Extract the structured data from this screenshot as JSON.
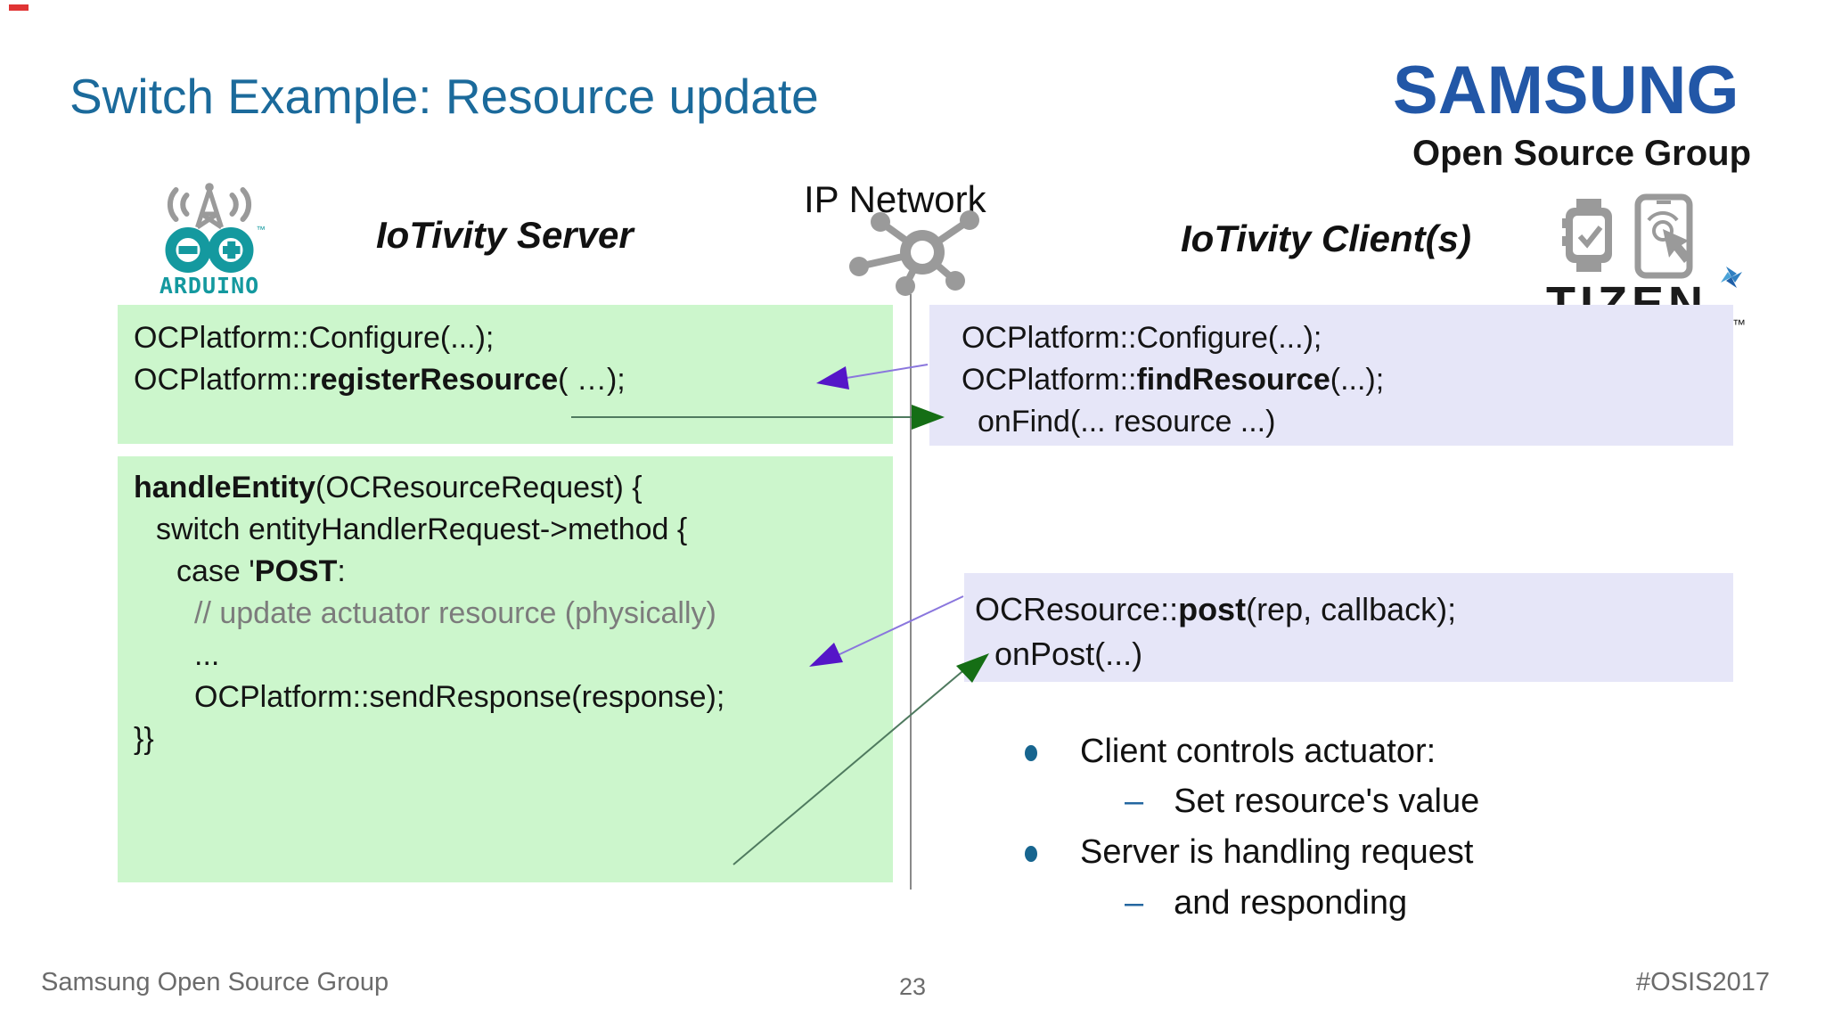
{
  "slide": {
    "title": "Switch Example: Resource update",
    "footer_left": "Samsung Open Source Group",
    "page_number": "23",
    "footer_right": "#OSIS2017"
  },
  "branding": {
    "samsung_wordmark": "SAMSUNG",
    "samsung_subtitle": "Open Source Group",
    "arduino_caption": "ARDUINO",
    "arduino_trademark": "™",
    "tizen_wordmark": "TIZEN",
    "tizen_trademark": "™"
  },
  "lanes": {
    "server_label": "IoTivity Server",
    "network_label": "IP Network",
    "client_label": "IoTivity Client(s)"
  },
  "server_register_box": {
    "line1": "OCPlatform::Configure(...);",
    "line2_pre": "OCPlatform::",
    "line2_bold": "registerResource",
    "line2_post": "( …);"
  },
  "server_handler_box": {
    "line1_bold": "handleEntity",
    "line1_post": "(OCResourceRequest) {",
    "line2": "switch entityHandlerRequest->method {",
    "line3_pre": "case '",
    "line3_bold": "POST",
    "line3_post": ":",
    "line4_comment": "// update actuator resource (physically)",
    "line5": "...",
    "line6": "OCPlatform::sendResponse(response);",
    "line7": "}}"
  },
  "client_find_box": {
    "line1": "OCPlatform::Configure(...);",
    "line2_pre": "OCPlatform::",
    "line2_bold": "findResource",
    "line2_post": "(...);",
    "line3": "onFind(... resource ...)"
  },
  "client_post_box": {
    "line1_pre": "OCResource::",
    "line1_bold": "post",
    "line1_post": "(rep, callback);",
    "line2": "onPost(...)"
  },
  "notes": {
    "dash": "–",
    "bullet1": "Client controls actuator:",
    "bullet1_sub": "Set resource's value",
    "bullet2": "Server is handling request",
    "bullet2_sub": "and responding"
  },
  "colors": {
    "title_blue": "#1b6a9b",
    "samsung_blue": "#2257a7",
    "arduino_teal": "#14999f",
    "server_box_green": "#ccf6cc",
    "client_box_lavender": "#e6e6f8",
    "bullet_blue": "#17658f",
    "comment_gray": "#7c7c7c",
    "arrow_purple": "#5516c8",
    "arrow_green": "#156e15",
    "lifeline_gray": "#8a8a8a"
  }
}
